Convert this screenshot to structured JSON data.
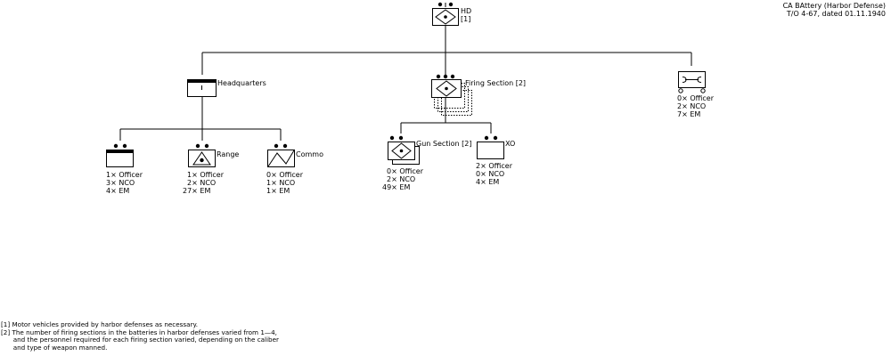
{
  "title": {
    "line1": "CA BAttery (Harbor Defense)",
    "line2": "T/O 4-67, dated 01.11.1940"
  },
  "nodes": {
    "hd": {
      "label": "HD",
      "note": "[1]"
    },
    "hq": {
      "label": "Headquarters"
    },
    "firing_section": {
      "label": "Firing Section [2]"
    },
    "maintenance": {
      "personnel": [
        "0× Officer",
        "2× NCO",
        "7× EM"
      ]
    },
    "hq_section": {
      "personnel": [
        "1× Officer",
        "3× NCO",
        "4× EM"
      ]
    },
    "range": {
      "label": "Range",
      "personnel": [
        "1× Officer",
        "2× NCO",
        "27× EM"
      ]
    },
    "commo": {
      "label": "Commo",
      "personnel": [
        "0× Officer",
        "1× NCO",
        "1× EM"
      ]
    },
    "gun_section": {
      "label": "Gun Section [2]",
      "personnel": [
        "0× Officer",
        "2× NCO",
        "49× EM"
      ]
    },
    "xo": {
      "label": "XO",
      "personnel": [
        "2× Officer",
        "0× NCO",
        "4× EM"
      ]
    }
  },
  "footnotes": [
    "[1] Motor vehicles provided by harbor defenses as necessary.",
    "[2] The number of firing sections in the batteries in harbor defenses varied from 1—4,",
    "      and the personnel required for each firing section varied, depending on the caliber",
    "      and type of weapon manned."
  ]
}
